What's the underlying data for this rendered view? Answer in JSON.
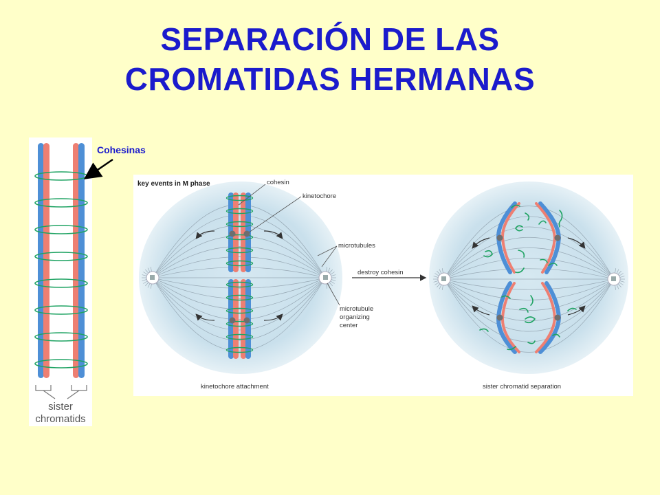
{
  "title": {
    "line1": "SEPARACIÓN DE LAS",
    "line2": "CROMATIDAS HERMANAS"
  },
  "callout": "Cohesinas",
  "left_figure": {
    "label_line1": "sister",
    "label_line2": "chromatids"
  },
  "figure": {
    "heading": "key events in M phase",
    "labels": {
      "cohesin": "cohesin",
      "kinetochore": "kinetochore",
      "microtubules": "microtubules",
      "mtoc_line1": "microtubule",
      "mtoc_line2": "organizing",
      "mtoc_line3": "center",
      "destroy": "destroy cohesin"
    },
    "captions": {
      "left": "kinetochore attachment",
      "right": "sister chromatid separation"
    }
  },
  "colors": {
    "title": "#1B1BCC",
    "background": "#FFFFC9",
    "chromatid_blue": "#4E8FD6",
    "chromatid_red": "#EE7F72",
    "cohesin_green": "#1FA363",
    "spindle": "#CFE4EE"
  }
}
